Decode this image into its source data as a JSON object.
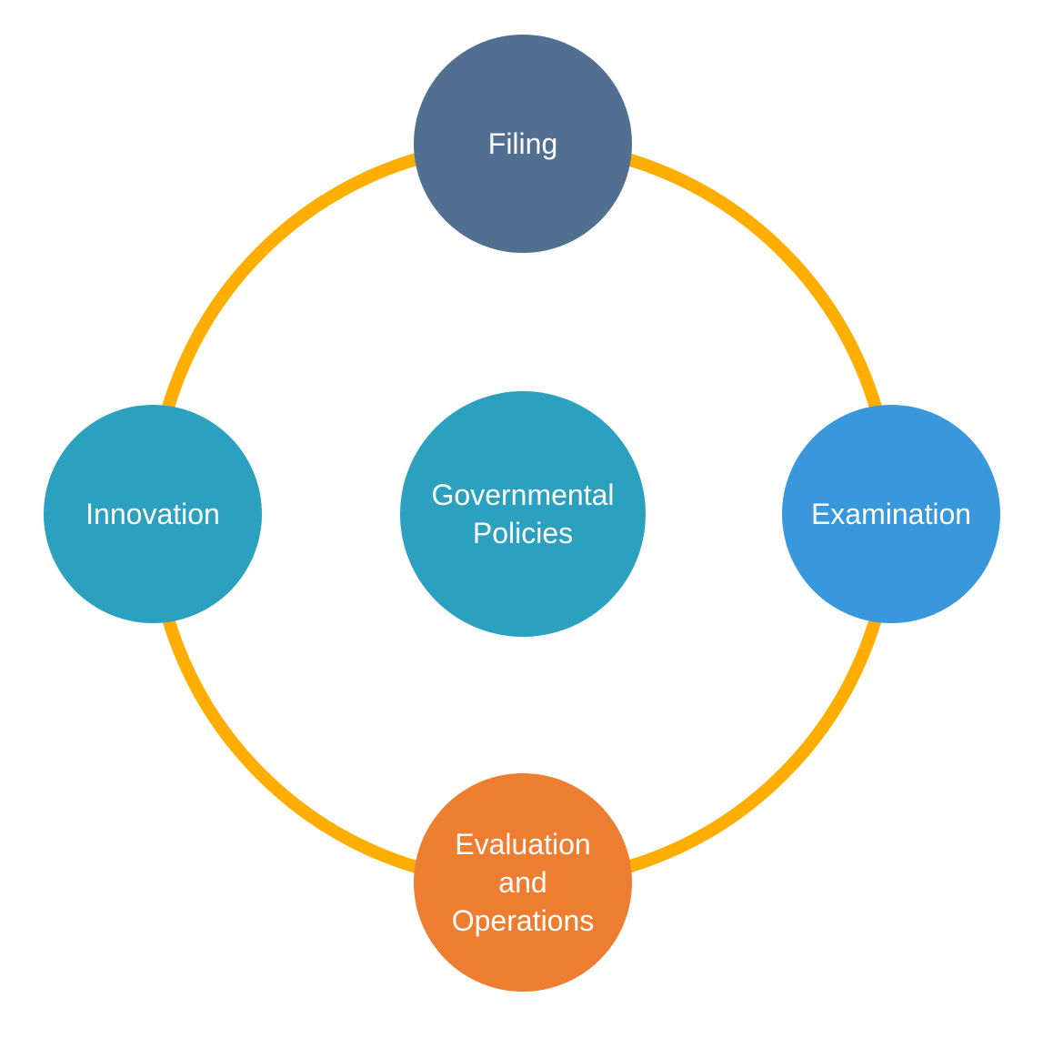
{
  "diagram": {
    "ring_color": "#FFAE00",
    "center": {
      "label": "Governmental\nPolicies",
      "color": "#2CA1BF"
    },
    "nodes": [
      {
        "key": "filing",
        "label": "Filing",
        "color": "#517091"
      },
      {
        "key": "examination",
        "label": "Examination",
        "color": "#3898DB"
      },
      {
        "key": "evaluation",
        "label": "Evaluation\nand\nOperations",
        "color": "#ED7D31"
      },
      {
        "key": "innovation",
        "label": "Innovation",
        "color": "#2CA1BF"
      }
    ]
  }
}
